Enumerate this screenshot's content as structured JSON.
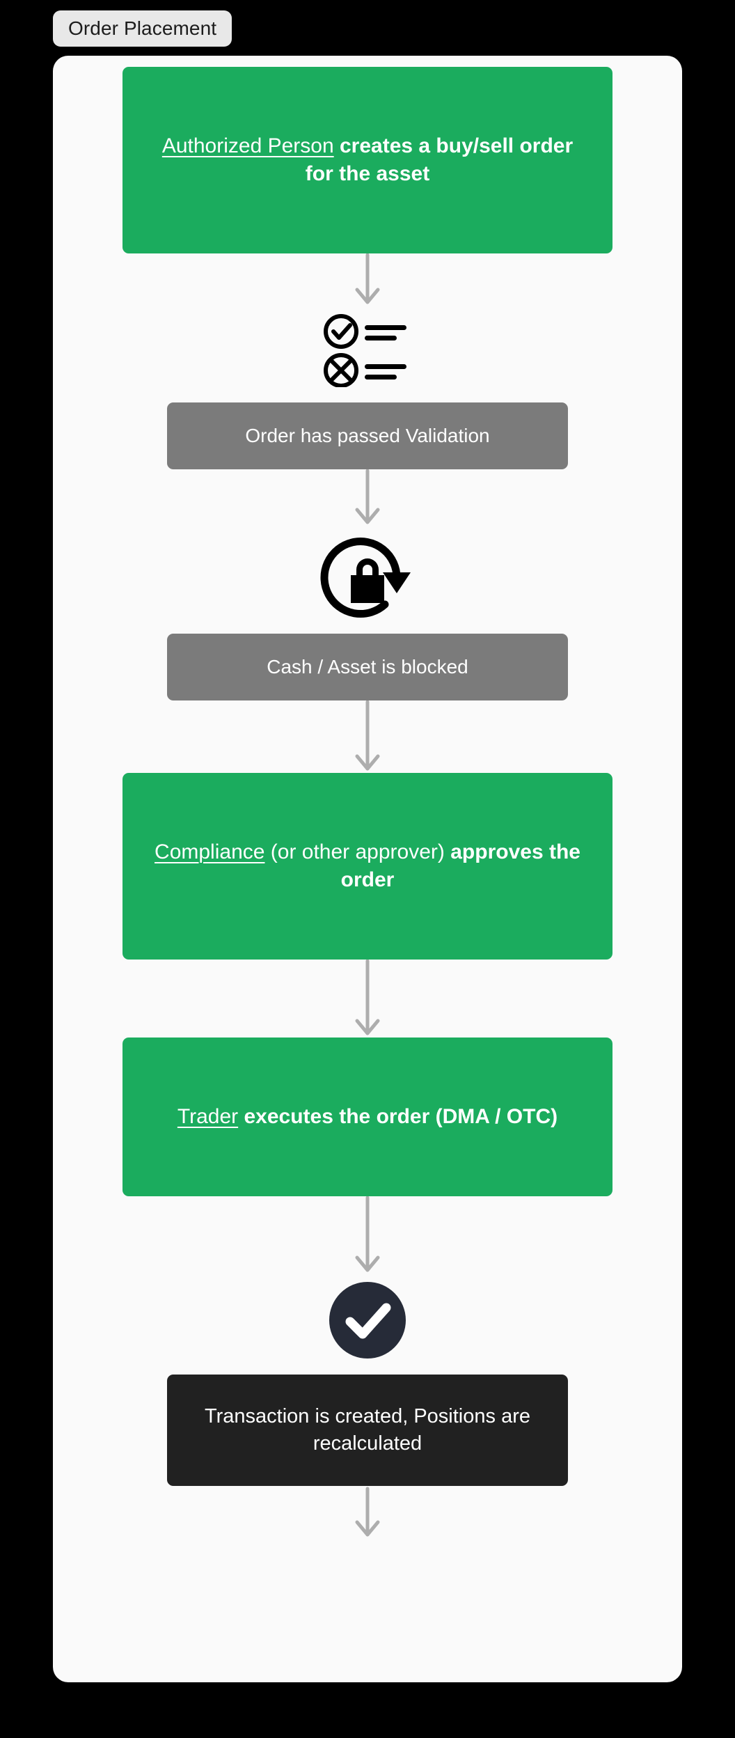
{
  "page": {
    "background_color": "#000000",
    "canvas_color": "#fafafa",
    "title": "Order Placement"
  },
  "colors": {
    "green": "#1BAC5E",
    "gray": "#7b7b7b",
    "dark": "#212121",
    "dark_circle": "#262b38",
    "arrow": "#adadad",
    "badge_bg": "#e8e8e8",
    "text_light": "#ffffff"
  },
  "flow": {
    "steps": [
      {
        "id": "order-creation",
        "type": "green-box",
        "role": "Authorized Person",
        "action": "creates a buy/sell order for the asset"
      },
      {
        "id": "arrow-1",
        "type": "arrow",
        "icon": "arrow-down-icon"
      },
      {
        "id": "validation-icon",
        "type": "icon",
        "icon": "validation-checklist-icon"
      },
      {
        "id": "validation-status",
        "type": "gray-box",
        "label": "Order has passed Validation"
      },
      {
        "id": "arrow-2",
        "type": "arrow",
        "icon": "arrow-down-icon"
      },
      {
        "id": "lock-icon",
        "type": "icon",
        "icon": "lock-rotate-icon"
      },
      {
        "id": "blocked-status",
        "type": "gray-box",
        "label": "Cash / Asset is blocked"
      },
      {
        "id": "arrow-3",
        "type": "arrow",
        "icon": "arrow-down-icon"
      },
      {
        "id": "approval",
        "type": "green-box",
        "role": "Compliance",
        "role_suffix": " (or other approver)",
        "action": "approves the order"
      },
      {
        "id": "arrow-4",
        "type": "arrow",
        "icon": "arrow-down-icon"
      },
      {
        "id": "execution",
        "type": "green-box",
        "role": "Trader",
        "action": "executes the order (DMA / OTC)"
      },
      {
        "id": "arrow-5",
        "type": "arrow",
        "icon": "arrow-down-icon"
      },
      {
        "id": "success-icon",
        "type": "icon",
        "icon": "check-circle-filled-icon"
      },
      {
        "id": "transaction",
        "type": "dark-box",
        "label": "Transaction is created, Positions are recalculated"
      },
      {
        "id": "arrow-6",
        "type": "arrow",
        "icon": "arrow-down-icon"
      }
    ]
  },
  "nodes": {
    "order_creation": {
      "role": "Authorized Person",
      "action": " creates a buy/sell order for the asset"
    },
    "validation_status": {
      "label": "Order has passed Validation"
    },
    "blocked_status": {
      "label": "Cash / Asset is blocked"
    },
    "approval": {
      "role": "Compliance",
      "middle": " (or other approver) ",
      "action": "approves the order"
    },
    "execution": {
      "role": "Trader",
      "action": " executes the order (DMA / OTC)"
    },
    "transaction": {
      "label": "Transaction is created, Positions are recalculated"
    }
  }
}
